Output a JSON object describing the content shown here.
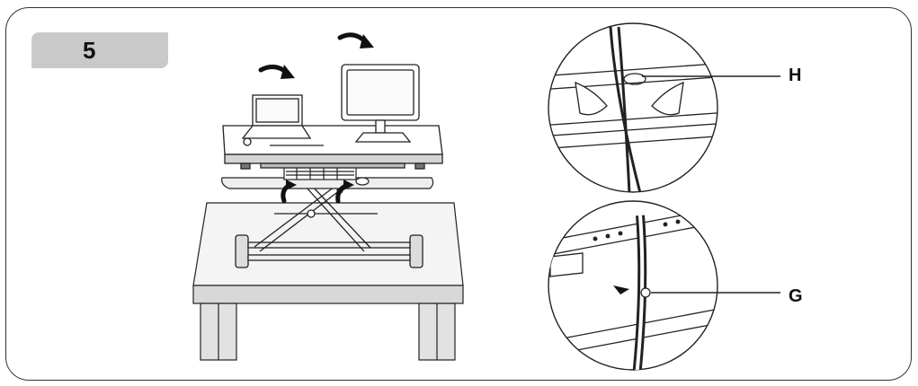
{
  "step": {
    "number": "5"
  },
  "callouts": {
    "h": "H",
    "g": "G"
  },
  "icons": {
    "arrows": [
      "curved-arrow-icon",
      "curved-arrow-icon",
      "curved-arrow-icon",
      "curved-arrow-icon",
      "small-arrow-icon"
    ]
  },
  "colors": {
    "badge": "#c9c9c9",
    "line": "#222222"
  }
}
